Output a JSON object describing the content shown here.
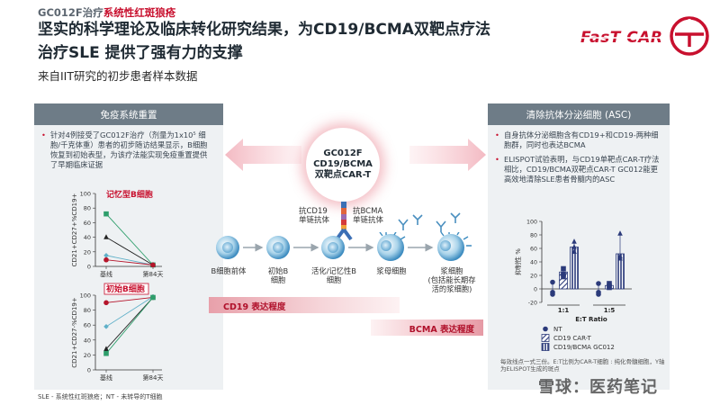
{
  "header": {
    "subtitle_prefix": "GC012F治疗",
    "subtitle_highlight": "系统性红斑狼疮",
    "title_line1": "坚实的科学理论及临床转化研究结果，为CD19/BCMA双靶点疗法",
    "title_line2": "治疗SLE 提供了强有力的支撑",
    "sub_heading": "来自IIT研究的初步患者样本数据",
    "logo_text": "FasT CAR"
  },
  "left_panel": {
    "header": "免疫系统重置",
    "bullet": "针对4例接受了GC012F治疗（剂量为1x10⁵ 细胞/千克体重）患者的初步随访结果显示，B细胞恢复到初始表型，为该疗法能实现免疫重置提供了早期临床证据"
  },
  "right_panel": {
    "header": "清除抗体分泌细胞 (ASC)",
    "bullets": [
      "自身抗体分泌细胞含有CD19+和CD19-两种细胞群，同时也表达BCMA",
      "ELISPOT试验表明，与CD19单靶点CAR-T疗法相比，CD19/BCMA双靶点CAR-T GC012能更高效地清除SLE患者骨髓内的ASC"
    ]
  },
  "center": {
    "circle_lines": [
      "GC012F",
      "CD19/BCMA",
      "双靶点CAR-T"
    ],
    "scfv_cd19": "抗CD19\n单链抗体",
    "scfv_bcma": "抗BCMA\n单链抗体",
    "stages": [
      "B细胞前体",
      "初始B\n细胞",
      "活化/记忆性B\n细胞",
      "浆母细胞",
      "浆细胞\n(包括能长期存\n活的浆细胞)"
    ],
    "cd19_bar": "CD19 表达程度",
    "bcma_bar": "BCMA 表达程度"
  },
  "footnotes": {
    "left": "SLE - 系统性红斑狼疮；NT - 未转导的T细胞",
    "right": "每效线点一式三份。E:T比例为CAR-T细胞 : 纯化骨髓细胞，Y轴为ELISPOT生成的斑点"
  },
  "watermark": "雪球：医药笔记",
  "colors": {
    "accent": "#c8102e",
    "panel_bg": "#eef1f3",
    "panel_header": "#6e7c87",
    "bar_navy": "#2b3a7a"
  },
  "chart_data": [
    {
      "type": "line",
      "title": "记忆型B细胞",
      "ylabel": "CD21+CD27+%CD19+",
      "categories": [
        "基线",
        "第84天"
      ],
      "ylim": [
        0,
        100
      ],
      "yticks": [
        0,
        20,
        40,
        60,
        80,
        100
      ],
      "series": [
        {
          "values": [
            72,
            2
          ],
          "color": "#2e9e6b",
          "marker": "square"
        },
        {
          "values": [
            40,
            2
          ],
          "color": "#222222",
          "marker": "triangle"
        },
        {
          "values": [
            15,
            2
          ],
          "color": "#5fb0c8",
          "marker": "diamond"
        },
        {
          "values": [
            9,
            2
          ],
          "color": "#b5152b",
          "marker": "circle"
        }
      ]
    },
    {
      "type": "line",
      "title": "初始B细胞",
      "ylabel": "CD21+CD27-%CD19+",
      "categories": [
        "基线",
        "第84天"
      ],
      "ylim": [
        0,
        100
      ],
      "yticks": [
        0,
        20,
        40,
        60,
        80,
        100
      ],
      "series": [
        {
          "values": [
            90,
            97
          ],
          "color": "#b5152b",
          "marker": "circle"
        },
        {
          "values": [
            58,
            98
          ],
          "color": "#5fb0c8",
          "marker": "diamond"
        },
        {
          "values": [
            28,
            97
          ],
          "color": "#222222",
          "marker": "triangle"
        },
        {
          "values": [
            22,
            97
          ],
          "color": "#2e9e6b",
          "marker": "square"
        }
      ]
    },
    {
      "type": "bar",
      "ylabel": "抑制性 %",
      "xlabel": "E:T Ratio",
      "categories": [
        "1:1",
        "1:5"
      ],
      "ylim": [
        -20,
        100
      ],
      "yticks": [
        -20,
        0,
        20,
        40,
        60,
        80,
        100
      ],
      "series": [
        {
          "name": "NT",
          "values": [
            2,
            0
          ],
          "points": [
            [
              10,
              -5,
              -8
            ],
            [
              8,
              -5,
              -8
            ]
          ]
        },
        {
          "name": "CD19 CAR-T",
          "values": [
            25,
            5
          ],
          "points": [
            [
              22,
              30,
              18
            ],
            [
              8,
              2,
              4
            ]
          ]
        },
        {
          "name": "CD19/BCMA GC012",
          "values": [
            62,
            52
          ],
          "points": [
            [
              70,
              55,
              62
            ],
            [
              82,
              45,
              48
            ]
          ]
        }
      ]
    }
  ]
}
